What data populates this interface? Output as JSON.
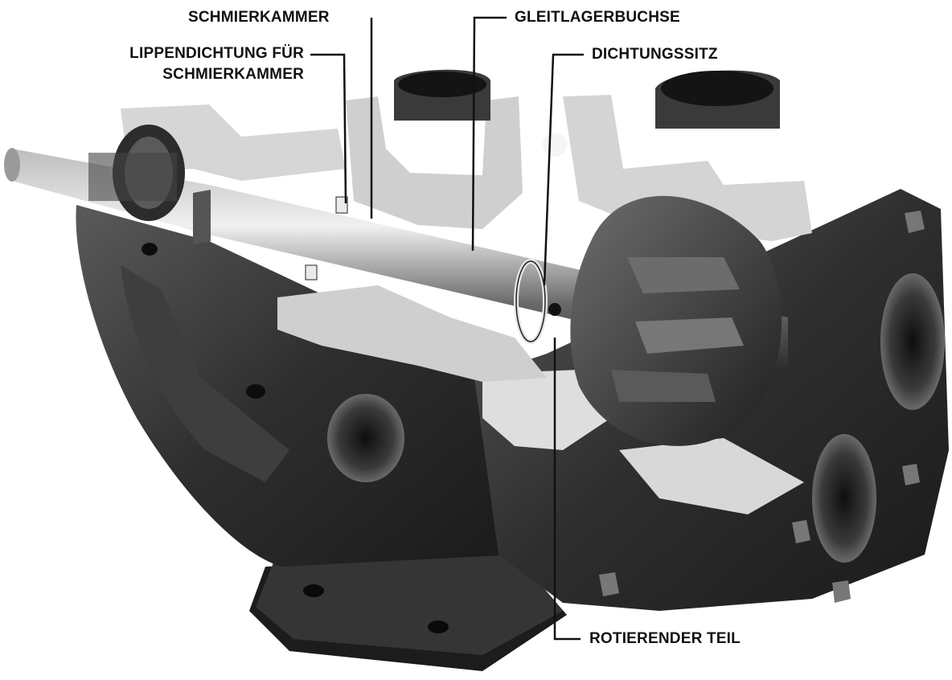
{
  "labels": {
    "schmierkammer": "SCHMIERKAMMER",
    "gleitlagerbuchse": "GLEITLAGERBUCHSE",
    "lippendichtung_line1": "LIPPENDICHTUNG FÜR",
    "lippendichtung_line2": "SCHMIERKAMMER",
    "dichtungssitz": "DICHTUNGSSITZ",
    "rotierender_teil": "ROTIERENDER TEIL"
  },
  "colors": {
    "metal_dark": "#2a2a2a",
    "metal_mid": "#4a4a4a",
    "cut_face": "#d9d9d9",
    "leader_line": "#111111"
  }
}
